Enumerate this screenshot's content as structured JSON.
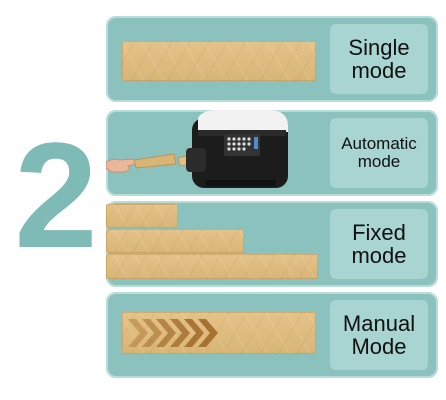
{
  "number": "2",
  "modes": [
    {
      "line1": "Single",
      "line2": "mode"
    },
    {
      "line1": "Automatic",
      "line2": "mode"
    },
    {
      "line1": "Fixed",
      "line2": "mode"
    },
    {
      "line1": "Manual",
      "line2": "Mode"
    }
  ],
  "colors": {
    "card": "#8cc2be",
    "label_box": "#a8d4d1",
    "number": "#7ebab6",
    "tape": "#e0bd82"
  },
  "icons": [
    "tape-strip",
    "tape-dispenser-machine",
    "hand-icon",
    "chevron-arrows-icon"
  ]
}
